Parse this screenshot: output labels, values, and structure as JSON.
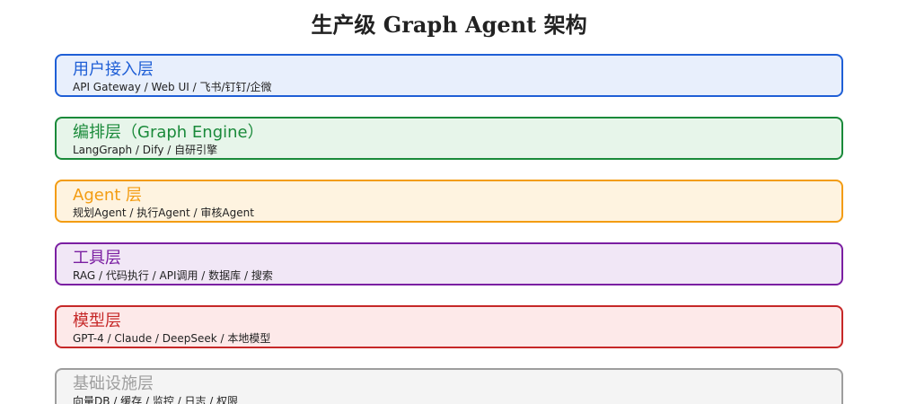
{
  "title": "生产级 Graph Agent 架构",
  "layers": [
    {
      "name": "用户接入层",
      "desc": "API Gateway / Web UI / 飞书/钉钉/企微",
      "color": "#1f5fd6",
      "bg": "#e8effc"
    },
    {
      "name": "编排层（Graph Engine）",
      "desc": "LangGraph / Dify / 自研引擎",
      "color": "#1a8a3a",
      "bg": "#e7f5ea"
    },
    {
      "name": "Agent 层",
      "desc": "规划Agent / 执行Agent / 审核Agent",
      "color": "#f39c12",
      "bg": "#fef3e0"
    },
    {
      "name": "工具层",
      "desc": "RAG / 代码执行 / API调用 / 数据库 / 搜索",
      "color": "#7b1fa2",
      "bg": "#f1e7f6"
    },
    {
      "name": "模型层",
      "desc": "GPT-4 / Claude / DeepSeek / 本地模型",
      "color": "#c62828",
      "bg": "#fde9e9"
    },
    {
      "name": "基础设施层",
      "desc": "向量DB / 缓存 / 监控 / 日志 / 权限",
      "color": "#9e9e9e",
      "bg": "#f4f4f4"
    }
  ]
}
